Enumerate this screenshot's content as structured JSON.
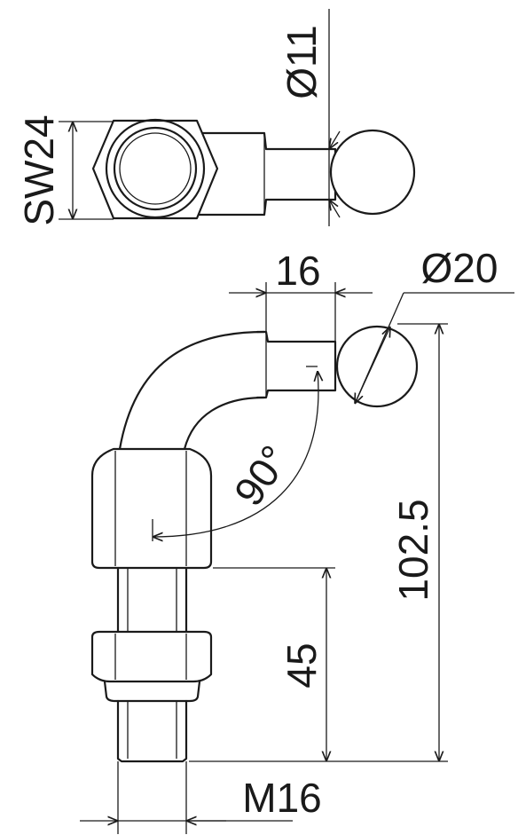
{
  "dimensions": {
    "hex_width": "SW24",
    "small_diameter": "Ø11",
    "shaft_length": "16",
    "ball_diameter": "Ø20",
    "bend_angle": "90°",
    "overall_height": "102.5",
    "thread_length": "45",
    "thread_size": "M16"
  }
}
